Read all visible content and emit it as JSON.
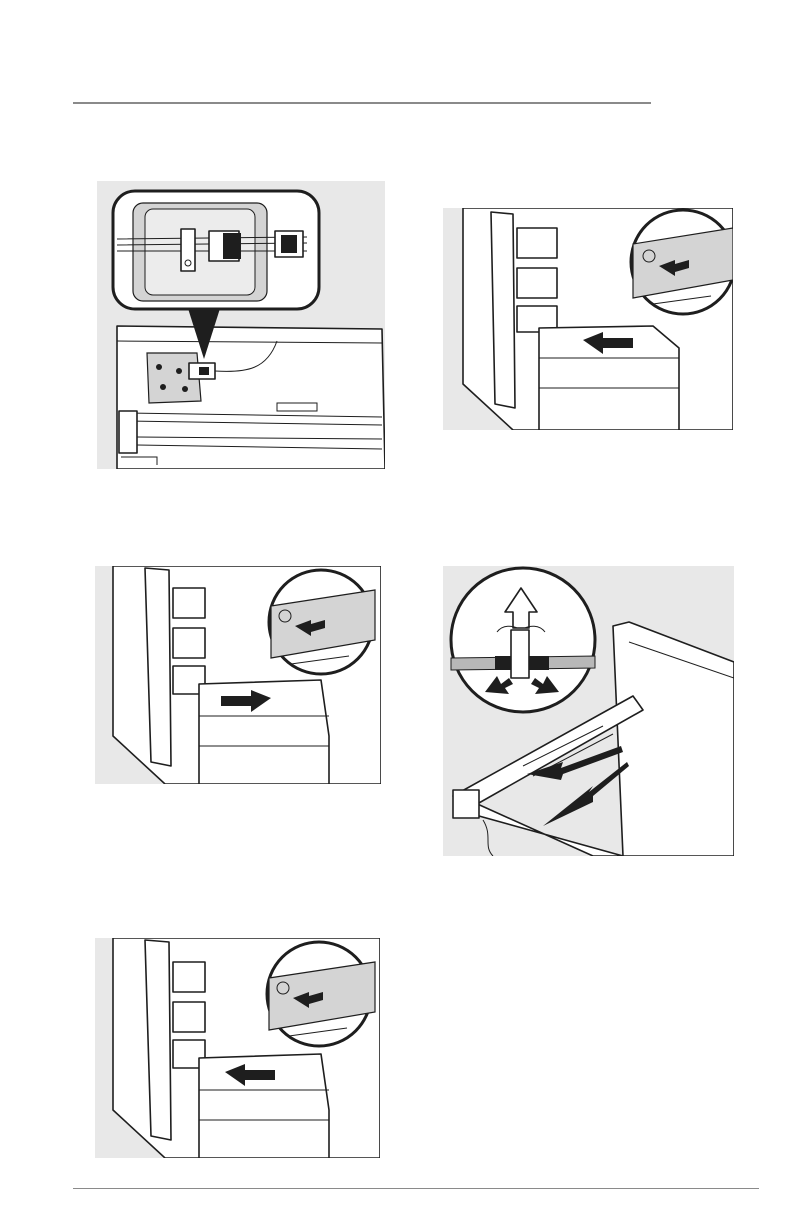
{
  "page": {
    "figures": [
      {
        "icon": "wire-harness-connector-illustration"
      },
      {
        "icon": "freezer-drawer-closing-illustration"
      },
      {
        "icon": "freezer-drawer-opening-illustration"
      },
      {
        "icon": "push-clip-rail-illustration"
      },
      {
        "icon": "freezer-drawer-closing-illustration"
      }
    ],
    "colors": {
      "panel_bg": "#e8e8e8",
      "rule": "#8a8a8a",
      "ink": "#1e1e1e"
    }
  }
}
